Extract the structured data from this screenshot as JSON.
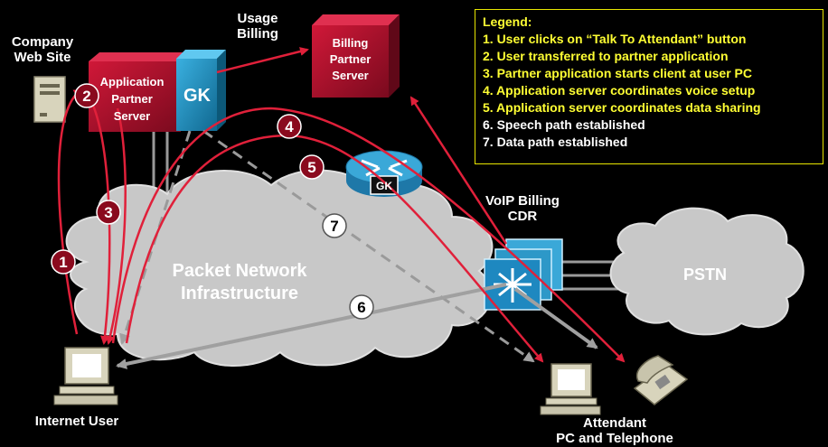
{
  "labels": {
    "company_web_site": "Company\nWeb Site",
    "usage_billing": "Usage\nBilling",
    "application_partner_server": "Application\nPartner\nServer",
    "gk": "GK",
    "billing_partner_server": "Billing\nPartner\nServer",
    "router_gk": "GK",
    "voip_billing_cdr": "VoIP Billing\nCDR",
    "packet_network": "Packet Network\nInfrastructure",
    "pstn": "PSTN",
    "internet_user": "Internet User",
    "attendant": "Attendant\nPC and Telephone"
  },
  "legend": {
    "title": "Legend:",
    "items": [
      "1. User clicks on “Talk To Attendant” button",
      "2. User transferred to partner application",
      "3. Partner application starts client at user PC",
      "4. Application server coordinates voice setup",
      "5. Application server coordinates data sharing",
      "6. Speech path established",
      "7. Data path established"
    ]
  },
  "step_badges": [
    "1",
    "2",
    "3",
    "4",
    "5",
    "6",
    "7"
  ],
  "colors": {
    "background": "#000000",
    "server_red": "#b0102e",
    "gk_blue": "#1e90c0",
    "arrow_red": "#e0203a",
    "arrow_grey": "#9a9a9a",
    "cloud": "#c8c8c8",
    "legend_yellow": "#ffff33"
  }
}
